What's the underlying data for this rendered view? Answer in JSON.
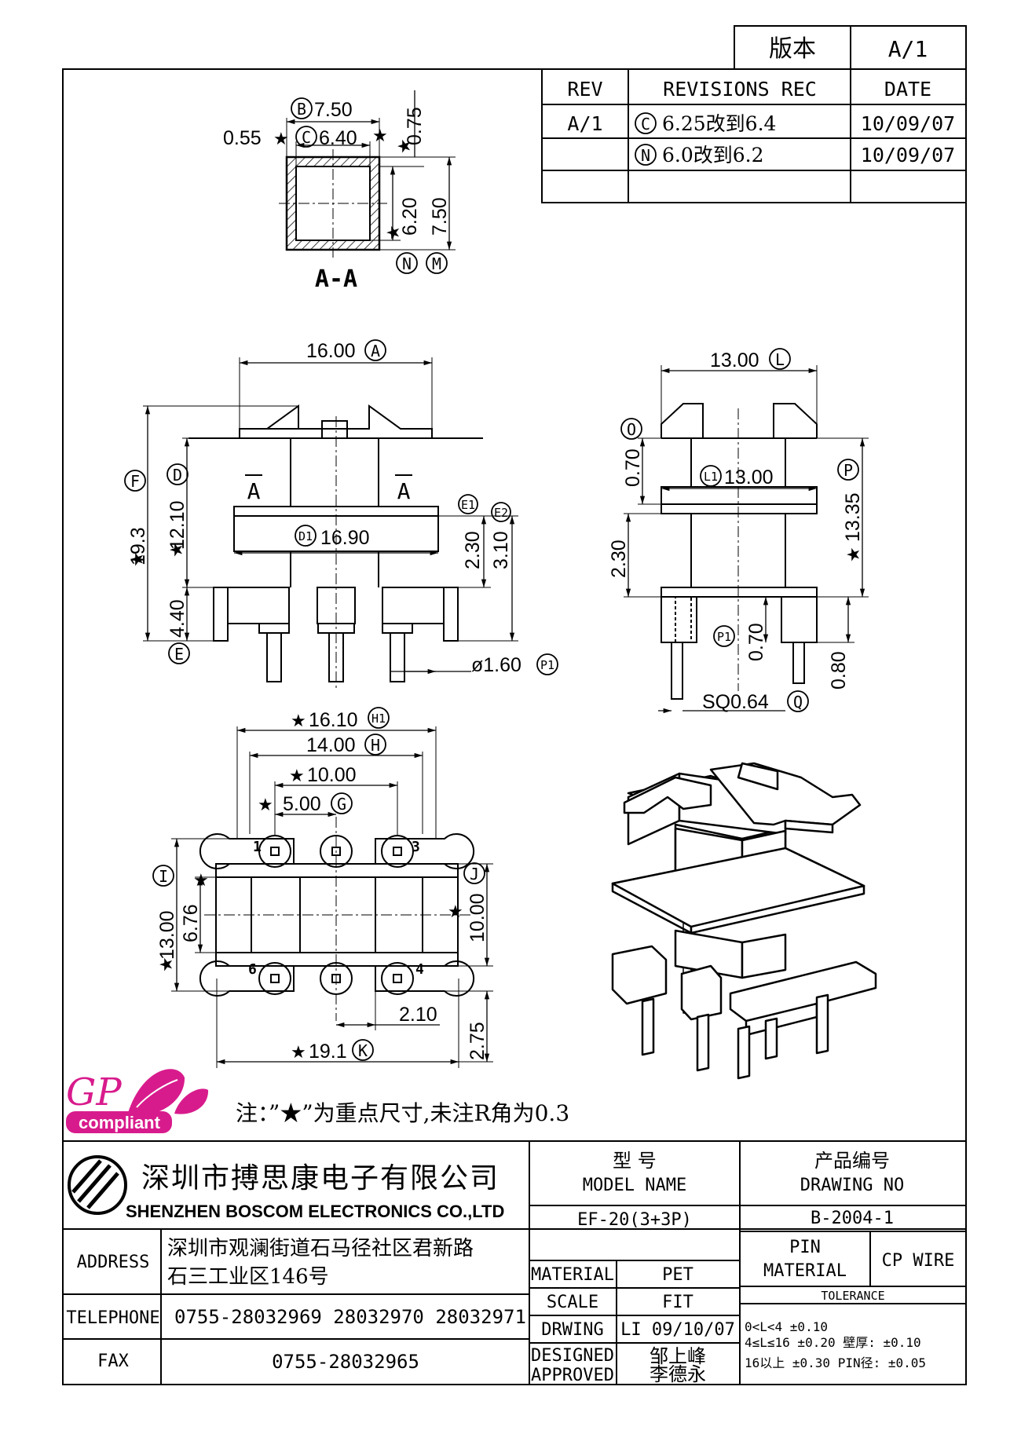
{
  "version_box": {
    "label": "版本",
    "value": "A/1"
  },
  "revisions": {
    "headers": {
      "rev": "REV",
      "rec": "REVISIONS REC",
      "date": "DATE"
    },
    "rows": [
      {
        "rev": "A/1",
        "mark": "C",
        "text": "6.25改到6.4",
        "date": "10/09/07"
      },
      {
        "rev": "",
        "mark": "N",
        "text": "6.0改到6.2",
        "date": "10/09/07"
      }
    ]
  },
  "section_view": {
    "title": "A-A",
    "dims": {
      "B": "7.50",
      "C": "6.40",
      "left": "0.55",
      "top": "0.75",
      "inner": "6.20",
      "outer": "7.50"
    },
    "marks": {
      "B": "B",
      "C": "C",
      "N": "N",
      "M": "M"
    }
  },
  "front_view": {
    "width": "16.00",
    "width_mark": "A",
    "height": "19.3",
    "height_mark": "F",
    "body": "12.10",
    "body_mark": "D",
    "flange": "16.90",
    "flange_mark": "D1",
    "pin_len": "4.40",
    "pin_mark": "E",
    "e1": "2.30",
    "e1_mark": "E1",
    "e2": "3.10",
    "e2_mark": "E2",
    "pin_dia": "ø1.60",
    "pin_dia_mark": "P1",
    "section_label": "A"
  },
  "side_view": {
    "width": "13.00",
    "width_mark": "L",
    "inner": "13.00",
    "inner_mark": "L1",
    "o_dim": "0.70",
    "o_mark": "O",
    "height": "13.35",
    "height_mark": "P",
    "left_dim": "2.30",
    "p1_dim": "0.70",
    "p1_mark": "P1",
    "pin_dim": "0.80",
    "sq": "SQ0.64",
    "sq_mark": "Q"
  },
  "bottom_view": {
    "h1": "16.10",
    "h1_mark": "H1",
    "h": "14.00",
    "h_mark": "H",
    "pitch10": "10.00",
    "g": "5.00",
    "g_mark": "G",
    "i": "13.00",
    "i_mark": "I",
    "i2": "6.76",
    "j": "10.00",
    "j_mark": "J",
    "k": "19.1",
    "k_mark": "K",
    "d210": "2.10",
    "d275": "2.75",
    "pins": [
      "1",
      "3",
      "6",
      "4"
    ]
  },
  "logo": {
    "gp": "GP",
    "compliant": "compliant"
  },
  "note": "注：”★”为重点尺寸,未注R角为0.3",
  "company": {
    "cn": "深圳市搏思康电子有限公司",
    "en": "SHENZHEN BOSCOM ELECTRONICS CO.,LTD"
  },
  "title_block": {
    "address_label": "ADDRESS",
    "address": [
      "深圳市观澜街道石马径社区君新路",
      "石三工业区146号"
    ],
    "telephone_label": "TELEPHONE",
    "telephone": "0755-28032969 28032970 28032971",
    "fax_label": "FAX",
    "fax": "0755-28032965",
    "model_cn": "型 号",
    "model_en": "MODEL NAME",
    "model": "EF-20(3+3P)",
    "drawing_cn": "产品编号",
    "drawing_en": "DRAWING NO",
    "drawing": "B-2004-1",
    "rows": [
      {
        "label": "MATERIAL",
        "value": "PET"
      },
      {
        "label": "SCALE",
        "value": "FIT"
      },
      {
        "label": "DRWING",
        "value": "LI 09/10/07"
      },
      {
        "label": "DESIGNED",
        "value": "邹上峰"
      },
      {
        "label": "APPROVED",
        "value": "李德永"
      }
    ],
    "pin_material_label": [
      "PIN",
      "MATERIAL"
    ],
    "pin_material": "CP WIRE",
    "tolerance_label": "TOLERANCE",
    "tolerance": [
      "0<L<4 ±0.10",
      "4≤L≤16 ±0.20   壁厚: ±0.10",
      "16以上   ±0.30  PIN径: ±0.05"
    ]
  }
}
